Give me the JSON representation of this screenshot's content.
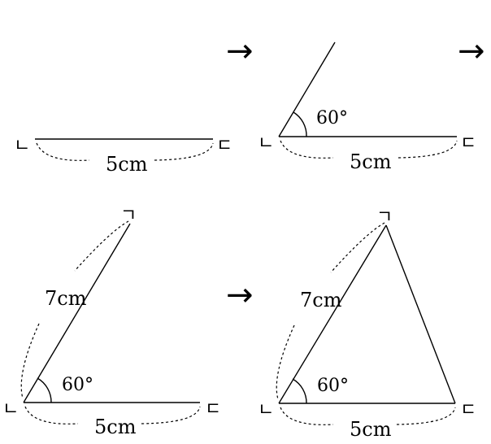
{
  "points": {
    "b": "ㄴ",
    "c": "ㄷ",
    "a": "ㄱ"
  },
  "labels": {
    "base": "5cm",
    "side": "7cm",
    "angle": "60°"
  },
  "arrow": "→"
}
